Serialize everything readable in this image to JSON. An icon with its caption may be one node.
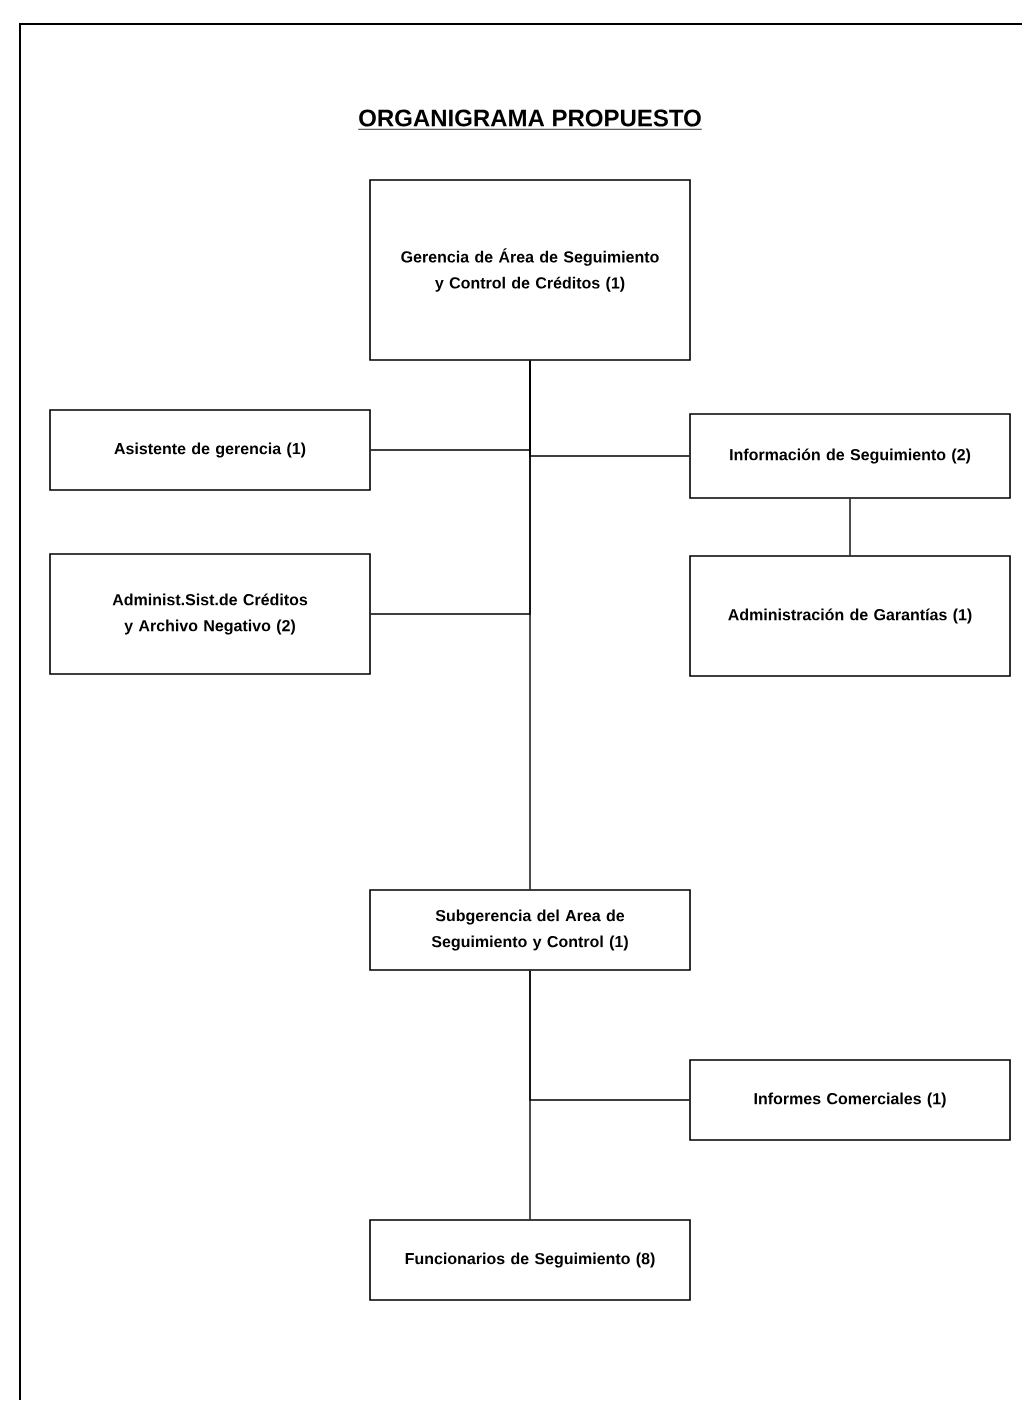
{
  "diagram": {
    "title": "ORGANIGRAMA PROPUESTO",
    "nodes": [
      {
        "text": [
          "Gerencia de Área de Seguimiento y Control de Créditos (1)"
        ]
      },
      {
        "text": [
          "Asistente de gerencia (1)"
        ]
      },
      {
        "text": [
          "Información de Seguimiento (2)"
        ]
      },
      {
        "text": [
          "Administ.Sist.de Créditos y Archivo Negativo (2)"
        ]
      },
      {
        "text": [
          "Administración de Garantías (1)"
        ]
      },
      {
        "text": [
          "Subgerencia del Area de Seguimiento y Control (1)"
        ]
      },
      {
        "text": [
          "Informes Comerciales (1)"
        ]
      },
      {
        "text": [
          "Funcionarios de Seguimiento (8)"
        ]
      }
    ],
    "edges": [
      {
        "from": 0,
        "to": 1,
        "arrow": "none"
      },
      {
        "from": 0,
        "to": 2,
        "arrow": "none"
      },
      {
        "from": 0,
        "to": 3,
        "arrow": "none"
      },
      {
        "from": 0,
        "to": 5,
        "arrow": "none"
      },
      {
        "from": 2,
        "to": 4,
        "arrow": "none"
      },
      {
        "from": 5,
        "to": 6,
        "arrow": "none"
      },
      {
        "from": 5,
        "to": 7,
        "arrow": "none"
      }
    ]
  }
}
